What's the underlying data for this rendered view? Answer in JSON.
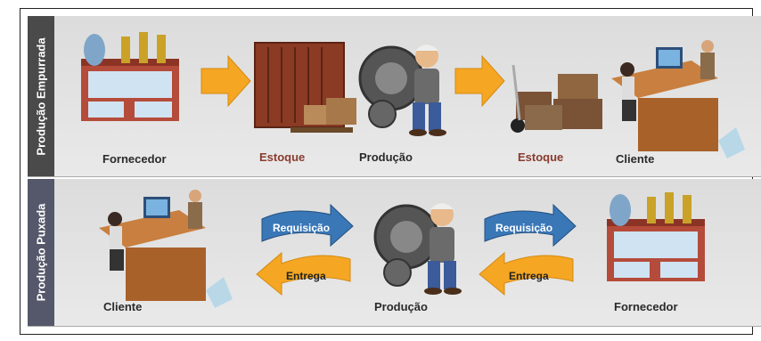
{
  "top_row": {
    "side_label": "Produção Empurrada",
    "labels": {
      "supplier": "Fornecedor",
      "stock_1": "Estoque",
      "production": "Produção",
      "stock_2": "Estoque",
      "client": "Cliente"
    }
  },
  "bottom_row": {
    "side_label": "Produção Puxada",
    "labels": {
      "client": "Cliente",
      "production": "Produção",
      "supplier": "Fornecedor"
    },
    "arrows": {
      "left_request": "Requisição",
      "left_delivery": "Entrega",
      "right_request": "Requisição",
      "right_delivery": "Entrega"
    }
  },
  "colors": {
    "push_band": "#4a4a4a",
    "pull_band": "#55586a",
    "arrow_orange": "#f5a623",
    "request_blue": "#3a77b7",
    "stock_label": "#8a3b2e"
  },
  "icons": [
    "factory-icon",
    "container-icon",
    "worker-gear-icon",
    "boxes-cart-icon",
    "office-desk-icon",
    "arrow-right-icon"
  ]
}
